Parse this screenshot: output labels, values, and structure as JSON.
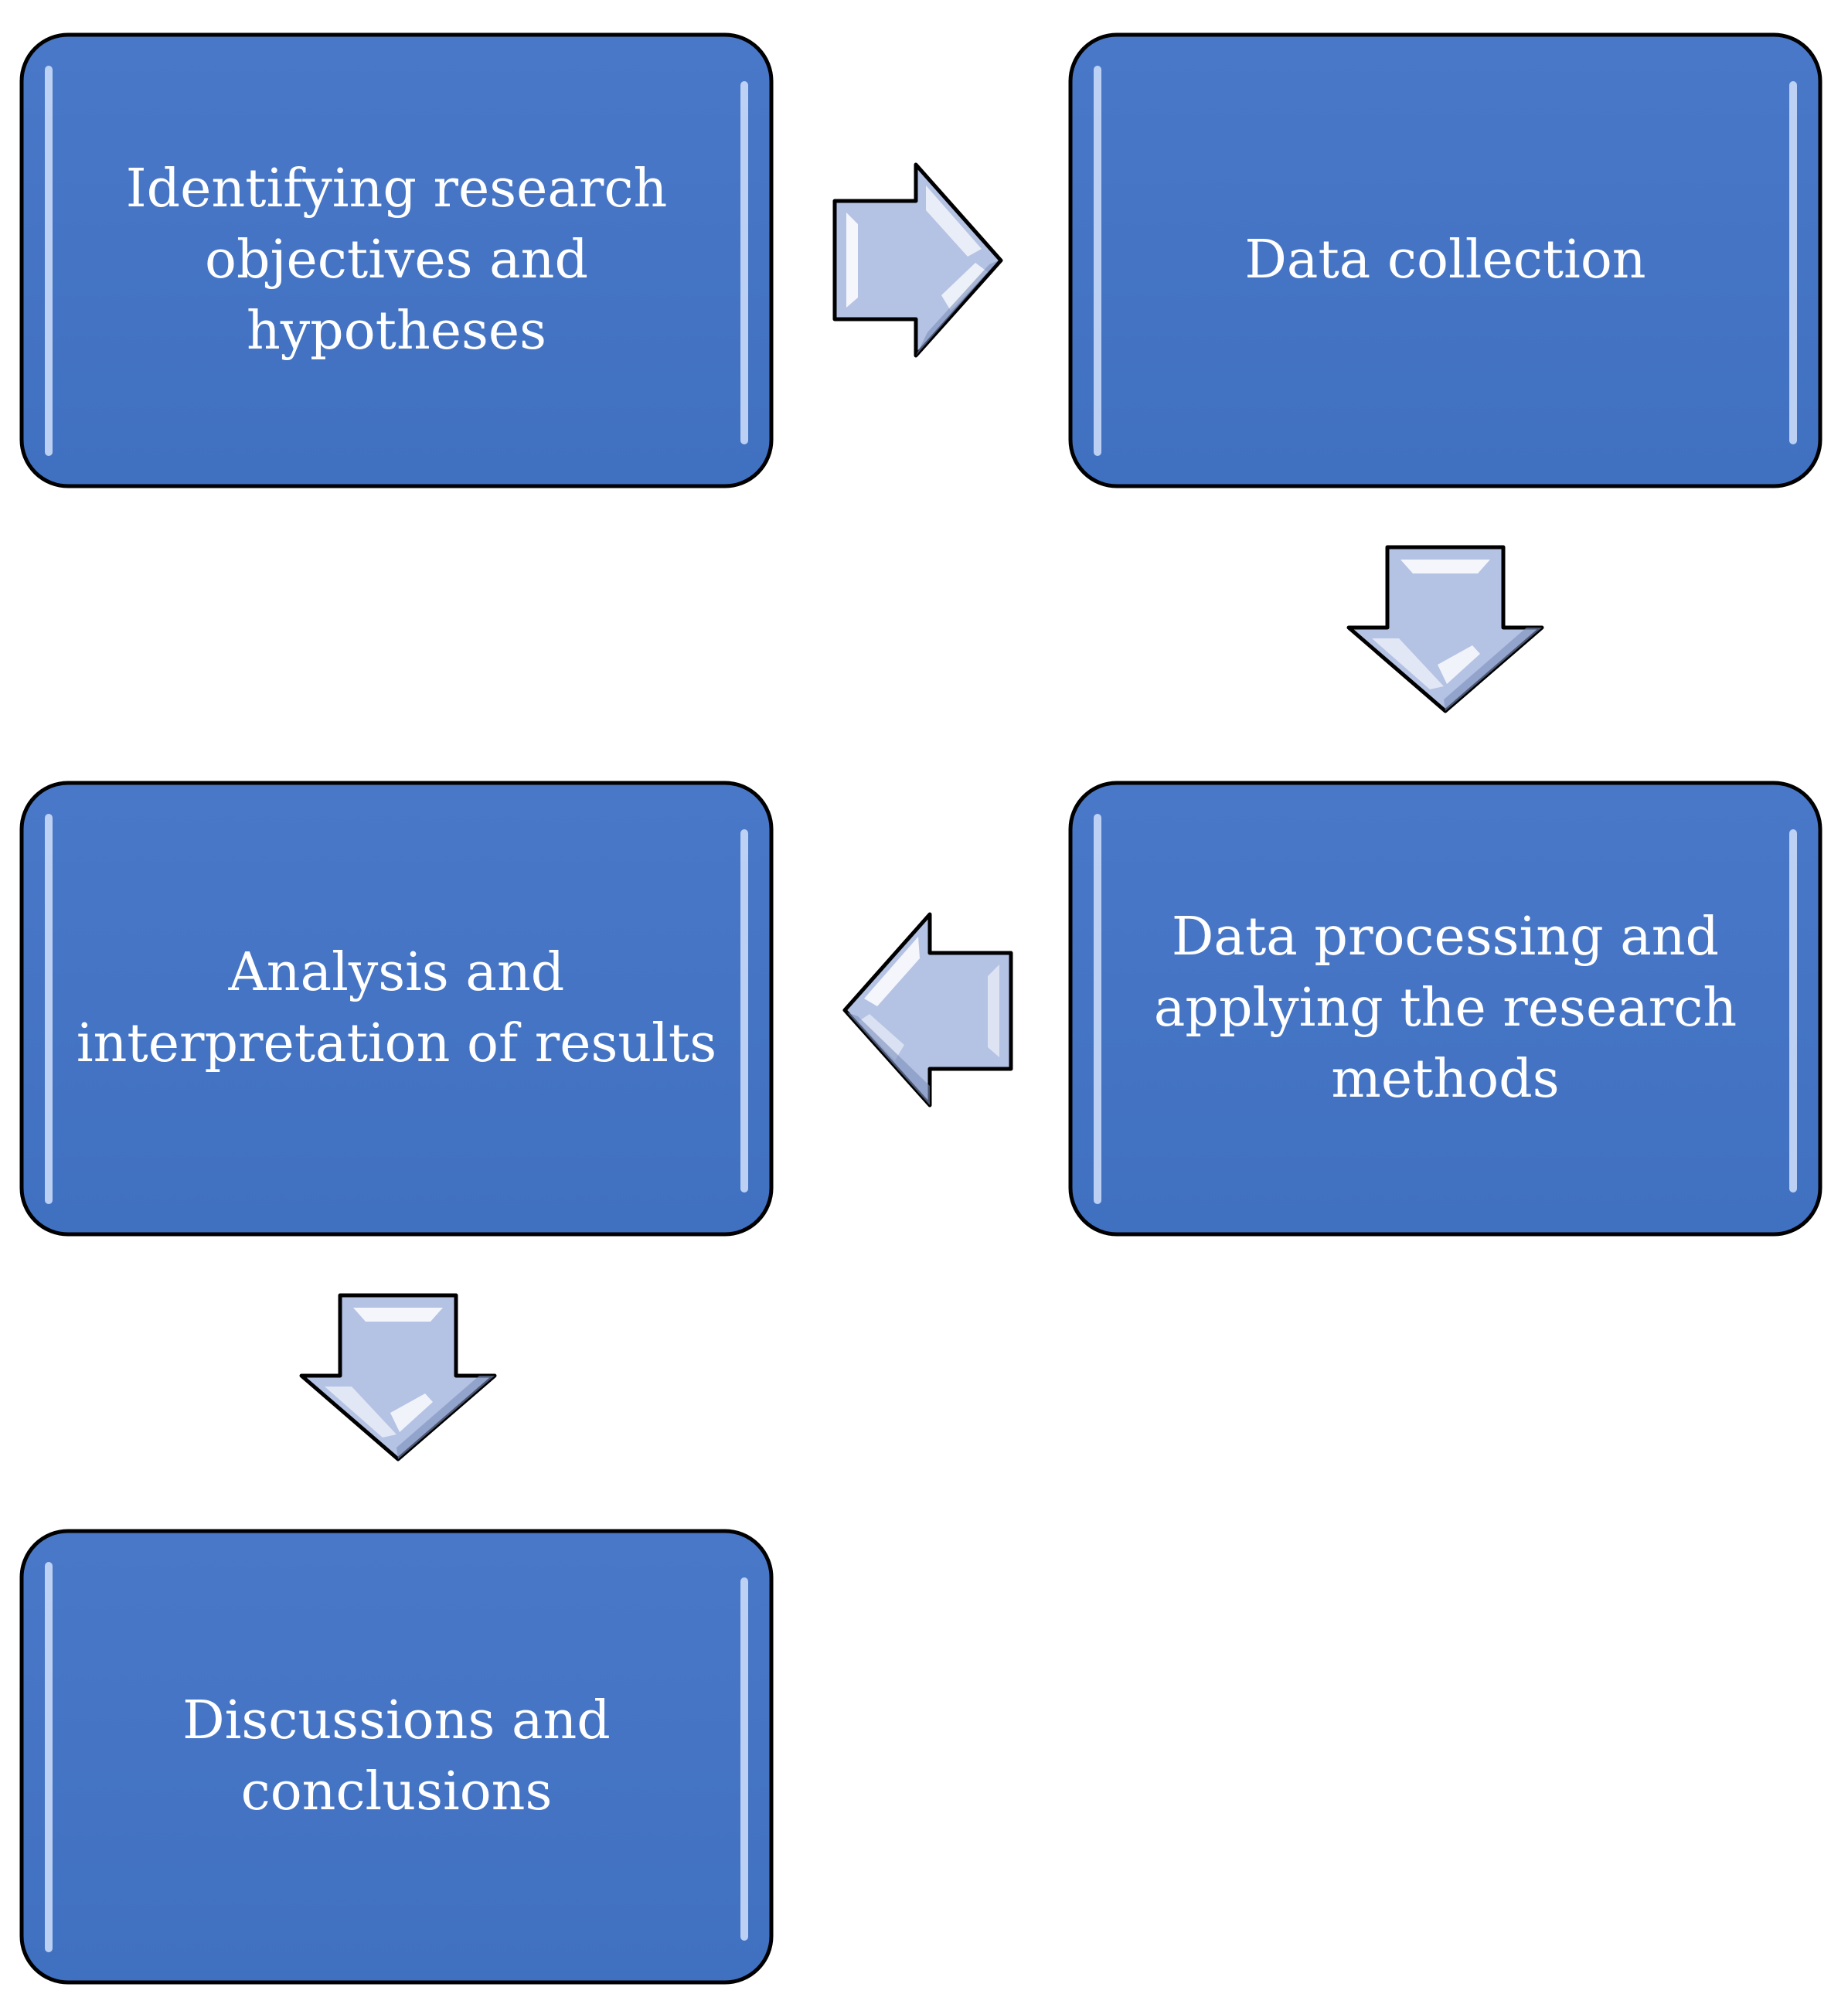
{
  "diagram": {
    "colors": {
      "box_fill": "#4472c4",
      "box_border": "#000000",
      "box_highlight": "#c9daf8",
      "arrow_fill": "#b4c2e4",
      "arrow_shadow": "#7d8fbd",
      "arrow_highlight": "#ffffff",
      "text": "#ffffff"
    },
    "steps": [
      {
        "label": "Identifying research\nobjectives and hypotheses"
      },
      {
        "label": "Data collection"
      },
      {
        "label": "Data processing and\napplying the research\nmethods"
      },
      {
        "label": "Analysis and\ninterpretation of results"
      },
      {
        "label": "Discussions and\nconclusions"
      }
    ],
    "arrows": [
      {
        "direction": "right",
        "from": 1,
        "to": 2
      },
      {
        "direction": "down",
        "from": 2,
        "to": 3
      },
      {
        "direction": "left",
        "from": 3,
        "to": 4
      },
      {
        "direction": "down",
        "from": 4,
        "to": 5
      }
    ]
  }
}
